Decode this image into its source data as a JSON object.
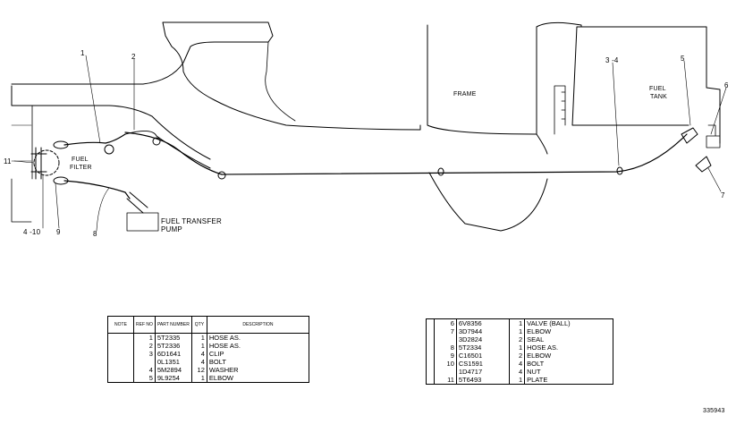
{
  "callouts": {
    "c1": "1",
    "c2": "2",
    "c3_4": "3 -4",
    "c5": "5",
    "c6": "6",
    "c7": "7",
    "c8": "8",
    "c9": "9",
    "c11": "11",
    "c4_10": "4 -10"
  },
  "labels": {
    "fuel_filter_1": "FUEL",
    "fuel_filter_2": "FILTER",
    "frame": "FRAME",
    "fuel_tank_1": "FUEL",
    "fuel_tank_2": "TANK",
    "pump_1": "FUEL TRANSFER",
    "pump_2": "PUMP"
  },
  "parts_table_left": {
    "headers": [
      "NOTE",
      "REF NO",
      "PART NUMBER",
      "QTY",
      "DESCRIPTION"
    ],
    "rows": [
      [
        "",
        "1",
        "5T2335",
        "1",
        "HOSE AS."
      ],
      [
        "",
        "2",
        "5T2336",
        "1",
        "HOSE AS."
      ],
      [
        "",
        "3",
        "6D1641",
        "4",
        "CLIP"
      ],
      [
        "",
        "",
        "0L1351",
        "4",
        "BOLT"
      ],
      [
        "",
        "4",
        "5M2894",
        "12",
        "WASHER"
      ],
      [
        "",
        "5",
        "9L9254",
        "1",
        "ELBOW"
      ]
    ]
  },
  "parts_table_right": {
    "rows": [
      [
        "",
        "6",
        "6V8356",
        "1",
        "VALVE (BALL)"
      ],
      [
        "",
        "7",
        "3D7944",
        "1",
        "ELBOW"
      ],
      [
        "",
        "",
        "3D2824",
        "2",
        "SEAL"
      ],
      [
        "",
        "8",
        "5T2334",
        "1",
        "HOSE AS."
      ],
      [
        "",
        "9",
        "C16501",
        "2",
        "ELBOW"
      ],
      [
        "",
        "10",
        "CS1591",
        "4",
        "BOLT"
      ],
      [
        "",
        "",
        "1D4717",
        "4",
        "NUT"
      ],
      [
        "",
        "11",
        "5T6493",
        "1",
        "PLATE"
      ]
    ]
  },
  "drawing_number": "335943"
}
